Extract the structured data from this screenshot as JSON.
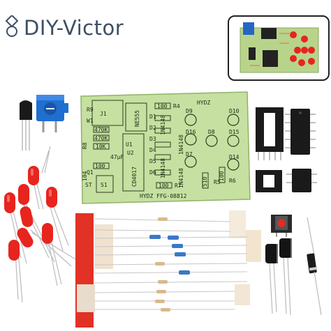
{
  "brand": {
    "name": "DIY-Victor",
    "logo_icon": "diamond-ring-logo"
  },
  "pcb": {
    "title": "HYDZ",
    "chips": [
      "CD4017",
      "NE555"
    ],
    "labels": {
      "j1": "J1",
      "s1": "S1",
      "st": "ST",
      "r4": "R4",
      "r5": "R5",
      "r6": "R6",
      "r7": "R7",
      "r8": "R8",
      "r9": "R9",
      "r100_1": "100",
      "r100_2": "100",
      "r100_3": "100",
      "r470k_1": "470K",
      "r470k_2": "470K",
      "r10k": "10K",
      "c104": "104",
      "c47": "47μF",
      "u1": "U1",
      "u2": "U2",
      "rw": "W1",
      "d1": "D1",
      "d2": "D2",
      "d3": "D3",
      "d4": "D4",
      "d5": "D5",
      "d6": "D6",
      "d7": "D7",
      "d8": "D8",
      "d9": "D9",
      "d10": "D10",
      "d14": "D14",
      "d15": "D15",
      "d16": "D16",
      "n4148_1": "1N4148",
      "n4148_2": "1N4148",
      "n4148_3": "1N4148",
      "n4148_4": "1N4148",
      "d510": "510",
      "d100b": "100",
      "q1": "Q1",
      "footer": "HYDZ FFG-08812"
    }
  }
}
